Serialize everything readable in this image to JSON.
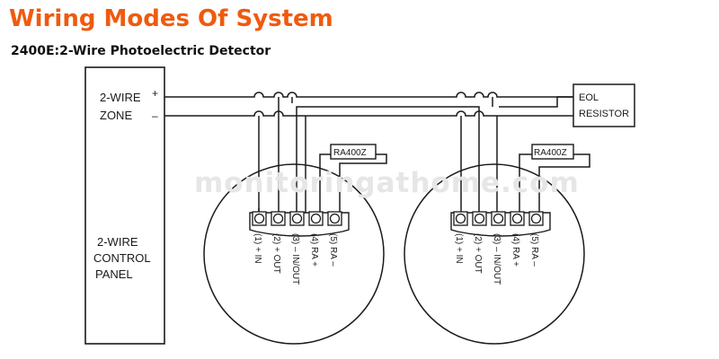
{
  "header": {
    "title": "Wiring Modes Of System",
    "subtitle": "2400E:2-Wire Photoelectric Detector"
  },
  "panel": {
    "zone_line1": "2-WIRE",
    "zone_line2": "ZONE",
    "plus": "+",
    "minus": "–",
    "panel_line1": "2-WIRE",
    "panel_line2": "CONTROL",
    "panel_line3": "PANEL"
  },
  "eol": {
    "line1": "EOL",
    "line2": "RESISTOR"
  },
  "detectors": [
    {
      "remote_label": "RA400Z",
      "terminals": [
        "(1) + IN",
        "(2) + OUT",
        "(3) – IN/OUT",
        "(4) RA +",
        "(5) RA –"
      ]
    },
    {
      "remote_label": "RA400Z",
      "terminals": [
        "(1) + IN",
        "(2) + OUT",
        "(3) – IN/OUT",
        "(4) RA +",
        "(5) RA –"
      ]
    }
  ],
  "watermark": "monitoringathome.com",
  "colors": {
    "title": "#f05a0e",
    "line": "#1a1a1a"
  }
}
